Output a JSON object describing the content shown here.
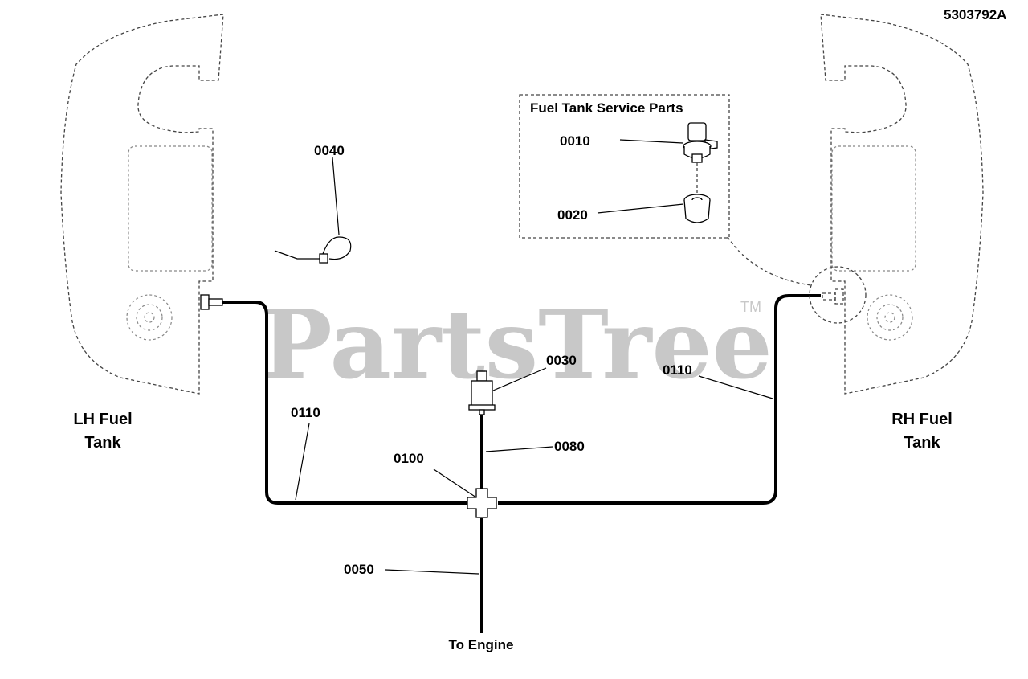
{
  "diagram_id": "5303792A",
  "watermark": {
    "text": "PartsTree",
    "tm": "TM"
  },
  "inset": {
    "title": "Fuel Tank Service Parts"
  },
  "parts": {
    "p0010": "0010",
    "p0020": "0020",
    "p0030": "0030",
    "p0040": "0040",
    "p0050": "0050",
    "p0080": "0080",
    "p0100": "0100",
    "p0110_left": "0110",
    "p0110_right": "0110"
  },
  "labels": {
    "lh_tank_line1": "LH Fuel",
    "lh_tank_line2": "Tank",
    "rh_tank_line1": "RH Fuel",
    "rh_tank_line2": "Tank",
    "to_engine": "To Engine"
  }
}
